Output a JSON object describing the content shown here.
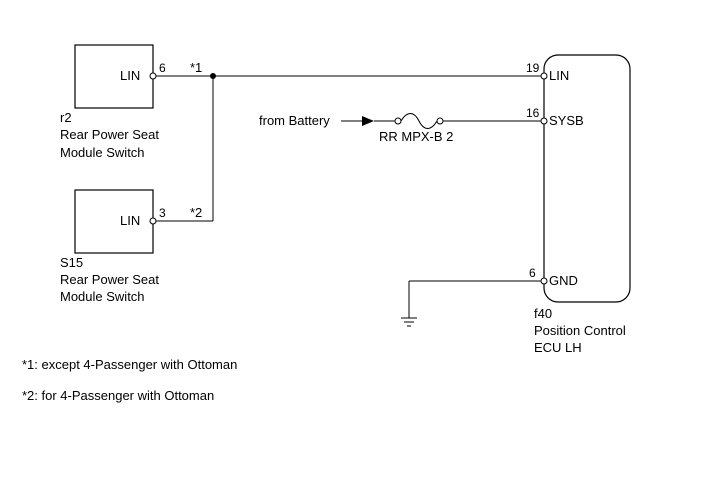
{
  "components": {
    "r2": {
      "code": "r2",
      "name_line1": "Rear Power Seat",
      "name_line2": "Module Switch",
      "pin_label": "LIN",
      "pin_number": "6"
    },
    "s15": {
      "code": "S15",
      "name_line1": "Rear Power Seat",
      "name_line2": "Module Switch",
      "pin_label": "LIN",
      "pin_number": "3"
    },
    "f40": {
      "code": "f40",
      "name_line1": "Position Control",
      "name_line2": "ECU LH",
      "pins": [
        {
          "label": "LIN",
          "number": "19"
        },
        {
          "label": "SYSB",
          "number": "16"
        },
        {
          "label": "GND",
          "number": "6"
        }
      ]
    }
  },
  "wires": {
    "mark1": "*1",
    "mark2": "*2"
  },
  "power": {
    "source_label": "from Battery",
    "fuse_label": "RR MPX-B 2"
  },
  "notes": {
    "note1": "*1: except 4-Passenger  with Ottoman",
    "note2": "*2: for 4-Passenger  with Ottoman"
  }
}
